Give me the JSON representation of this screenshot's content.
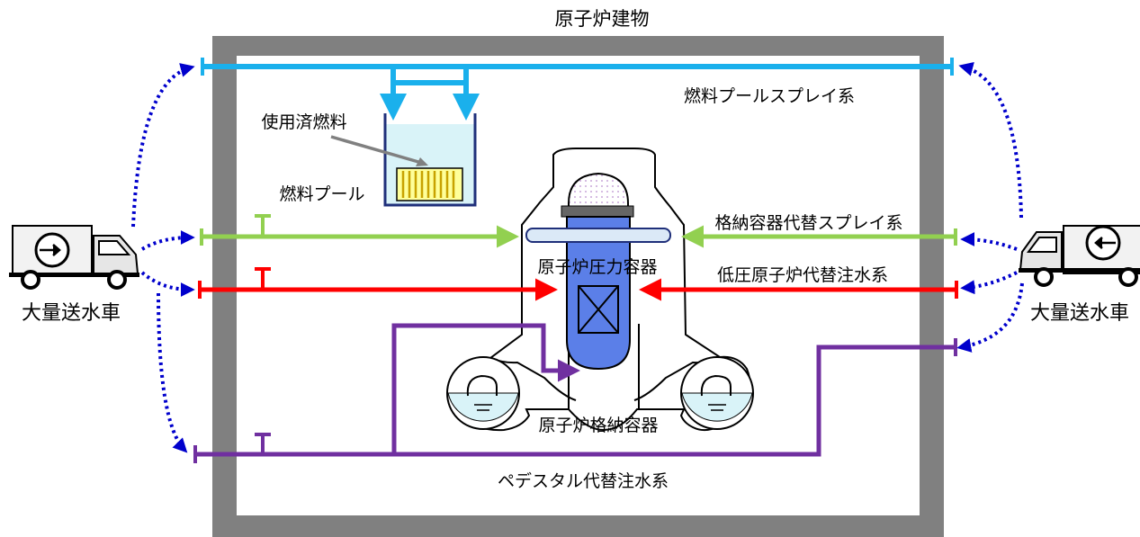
{
  "labels": {
    "building": "原子炉建物",
    "fuel_pool_spray": "燃料プールスプレイ系",
    "spent_fuel": "使用済燃料",
    "fuel_pool": "燃料プール",
    "containment_spray": "格納容器代替スプレイ系",
    "rpv": "原子炉圧力容器",
    "low_pressure_injection": "低圧原子炉代替注水系",
    "truck_left": "大量送水車",
    "truck_right": "大量送水車",
    "containment": "原子炉格納容器",
    "pedestal_injection": "ペデスタル代替注水系"
  },
  "colors": {
    "building_wall": "#808080",
    "fuel_pool_line": "#1ab0ec",
    "containment_spray_line": "#92d050",
    "injection_line": "#ff0000",
    "pedestal_line": "#7030a0",
    "hose": "#0000cc",
    "rpv": "#5b7fe8",
    "water": "#d9f3f8"
  },
  "icons": {
    "truck": "water-truck-icon",
    "valve": "valve-icon",
    "fuel_assembly": "fuel-assembly-icon",
    "reactor_core": "reactor-core-icon"
  }
}
